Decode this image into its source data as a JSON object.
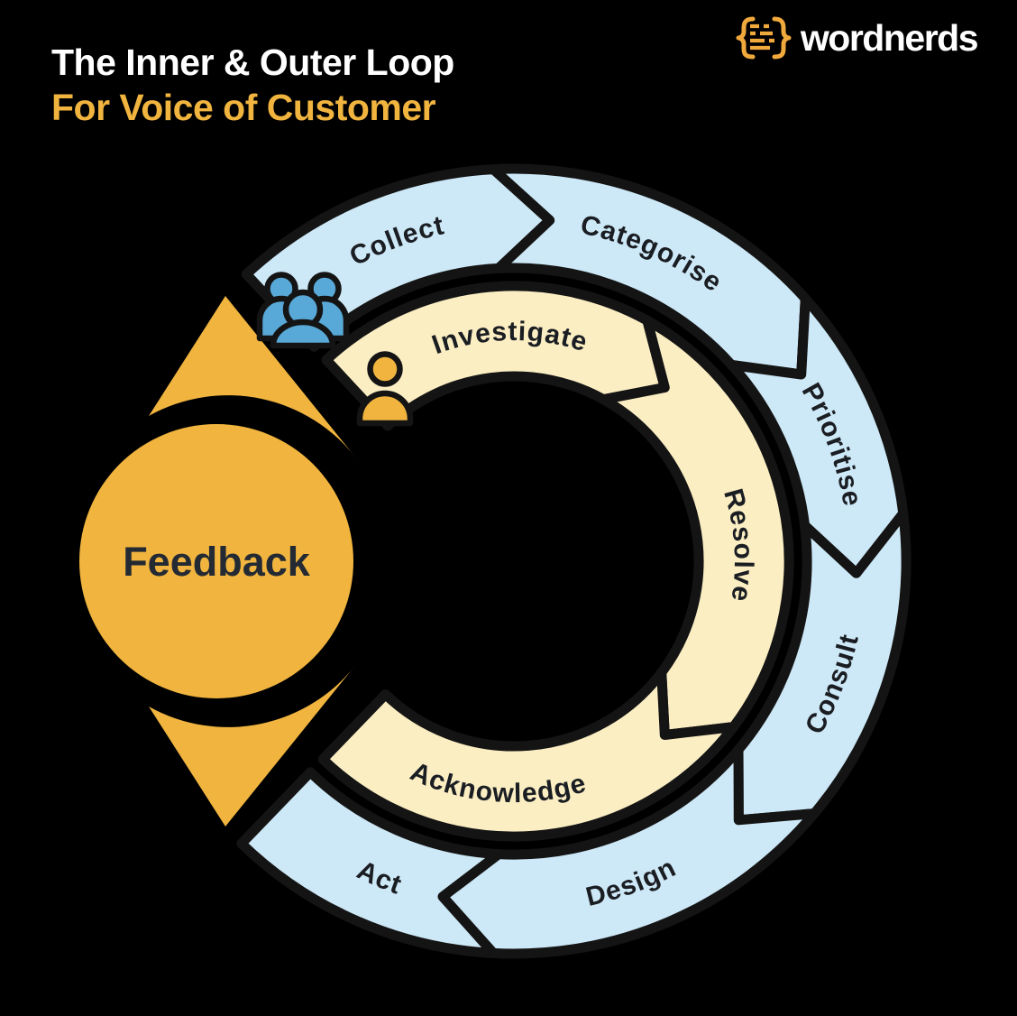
{
  "header": {
    "title_line1": "The Inner & Outer Loop",
    "title_line2": "For Voice of Customer"
  },
  "logo": {
    "name": "wordnerds"
  },
  "diagram": {
    "center": {
      "label": "Feedback"
    },
    "outer_loop": {
      "steps": [
        {
          "label": "Collect"
        },
        {
          "label": "Categorise"
        },
        {
          "label": "Prioritise"
        },
        {
          "label": "Consult"
        },
        {
          "label": "Design"
        },
        {
          "label": "Act"
        }
      ]
    },
    "inner_loop": {
      "steps": [
        {
          "label": "Investigate"
        },
        {
          "label": "Resolve"
        },
        {
          "label": "Acknowledge"
        }
      ]
    },
    "icons": [
      {
        "name": "people-group-icon"
      },
      {
        "name": "person-icon"
      }
    ],
    "colors": {
      "outer_segment": "#cde8f6",
      "inner_segment": "#fbeec3",
      "accent_orange": "#f0b43f",
      "people_blue": "#58a9d8",
      "outline_black": "#141414",
      "label_text": "#1a1d22",
      "center_text": "#232a33",
      "background": "#000000",
      "title_white": "#ffffff"
    }
  }
}
